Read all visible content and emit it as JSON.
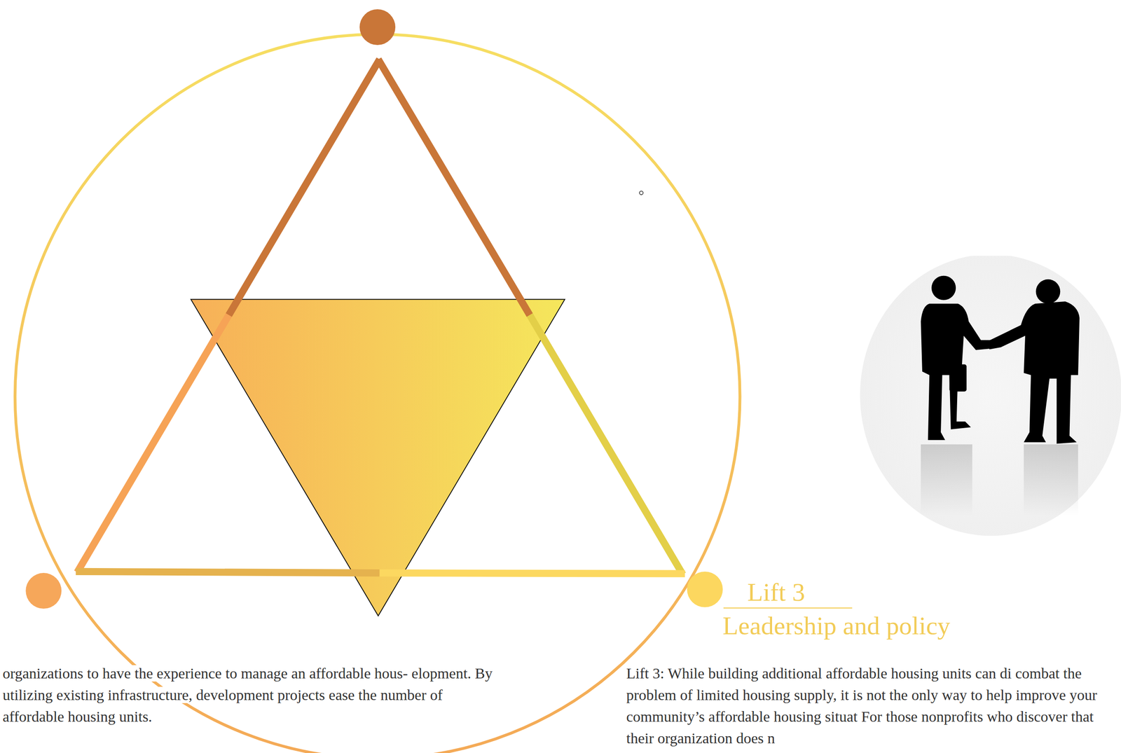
{
  "diagram": {
    "labels": [
      "Lift 3",
      "Leadership and policy",
      "organizations to have the experience to manage an affordable hous- elopment. By utilizing existing infrastructure, development projects ease the number of affordable housing units.",
      "Lift 3: While building additional affordable housing units can di combat the problem of limited housing supply, it is not the only way to help improve your community’s affordable housing situat For those nonprofits who discover that their organization does n"
    ]
  }
}
